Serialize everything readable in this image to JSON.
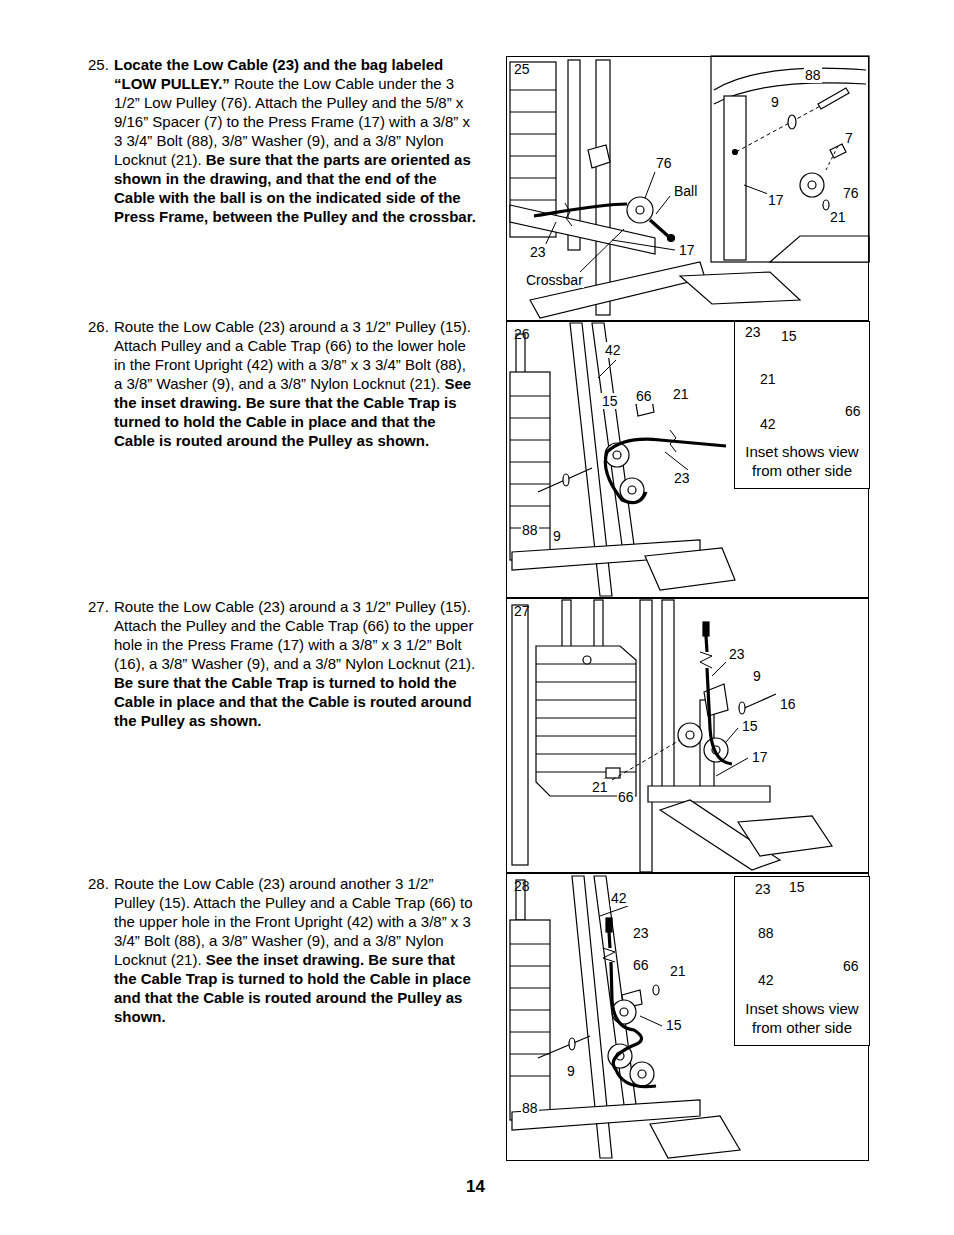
{
  "diagram": {
    "nodes": [
      {
        "text": [
          "25"
        ]
      },
      {
        "text": [
          "26"
        ]
      },
      {
        "text": [
          "Inset shows view from other side"
        ],
        "in": 1
      },
      {
        "text": [
          "27"
        ]
      },
      {
        "text": [
          "28"
        ]
      },
      {
        "text": [
          "Inset shows view from other side"
        ],
        "in": 4
      }
    ],
    "labels": [
      "25.",
      "Locate the Low Cable (23) and the bag labeled “LOW PULLEY.”",
      "Route the Low Cable under the 3 1/2” Low Pulley (76).  Attach the Pulley and the 5/8” x 9/16” Spacer (7) to the Press Frame (17) with a 3/8” x 3 3/4” Bolt (88), 3/8” Washer (9), and a 3/8” Nylon Locknut (21).",
      "Be sure that the parts are oriented as shown in the drawing, and that the end of the Cable with the ball is on the indicated side of the Press Frame, between the Pulley and the crossbar.",
      "26.",
      "Route the Low Cable (23) around a 3 1/2” Pulley (15). Attach Pulley and a Cable Trap (66) to the lower hole in the Front Upright (42) with a 3/8” x 3 3/4” Bolt (88), a 3/8” Washer (9), and a 3/8” Nylon Locknut (21).",
      "See the inset drawing. Be sure that the Cable Trap is turned to hold the Cable in place and that the Cable is routed around the Pulley as shown.",
      "27.",
      "Route the Low Cable (23) around a 3 1/2” Pulley (15).  Attach the Pulley and the Cable Trap (66) to the upper hole in the Press Frame (17) with a 3/8” x 3 1/2” Bolt (16), a 3/8” Washer (9), and a 3/8” Nylon Locknut (21).",
      "Be sure that the Cable Trap is turned to hold the Cable in place and that the Cable is routed around the Pulley as shown.",
      "28.",
      "Route the Low Cable (23) around another 3 1/2” Pulley (15). Attach the Pulley and a Cable Trap (66) to the upper hole in the Front Upright (42) with a 3/8” x 3 3/4” Bolt (88), a 3/8” Washer (9), and a 3/8” Nylon Locknut (21).",
      "See the inset drawing. Be sure that the Cable Trap is turned to hold the Cable in place and that the Cable is routed around the Pulley as shown.",
      "14",
      "76",
      "Ball",
      "23",
      "17",
      "Crossbar",
      "88",
      "9",
      "7",
      "17",
      "76",
      "21",
      "42",
      "15",
      "66",
      "21",
      "23",
      "88",
      "9",
      "23",
      "15",
      "21",
      "42",
      "66",
      "23",
      "9",
      "16",
      "15",
      "17",
      "21",
      "66",
      "42",
      "23",
      "66",
      "21",
      "15",
      "9",
      "88",
      "23",
      "15",
      "88",
      "42",
      "66"
    ]
  }
}
